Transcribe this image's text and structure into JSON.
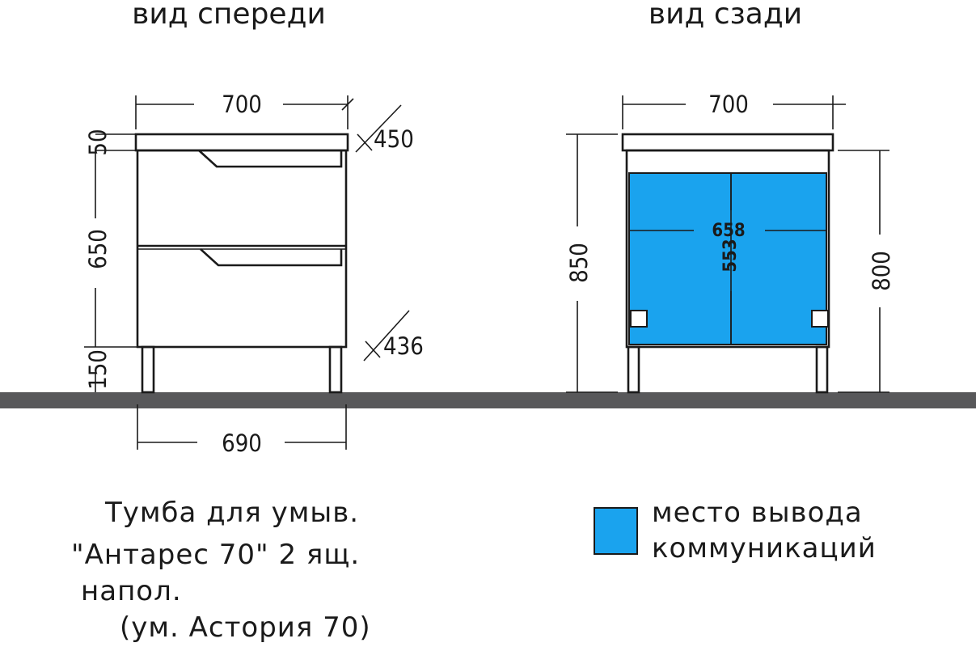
{
  "views": {
    "front_title": "вид спереди",
    "back_title": "вид сзади"
  },
  "dimensions": {
    "front_width_top": "700",
    "front_width_bottom": "690",
    "top_thickness": "50",
    "body_height": "650",
    "leg_height": "150",
    "depth_top": "450",
    "depth_bottom": "436",
    "back_width": "700",
    "total_height": "850",
    "body_back_height": "800",
    "comm_width": "658",
    "comm_height": "553"
  },
  "colors": {
    "communication_zone": "#1aa3ee",
    "floor": "#58585a",
    "lines": "#1a1a1a"
  },
  "caption": {
    "line1": "Тумба для умыв.",
    "line2": "\"Антарес 70\" 2 ящ.",
    "line3": "напол.",
    "line4": "(ум. Астория 70)"
  },
  "legend": {
    "label_line1": "место вывода",
    "label_line2": "коммуникаций"
  }
}
